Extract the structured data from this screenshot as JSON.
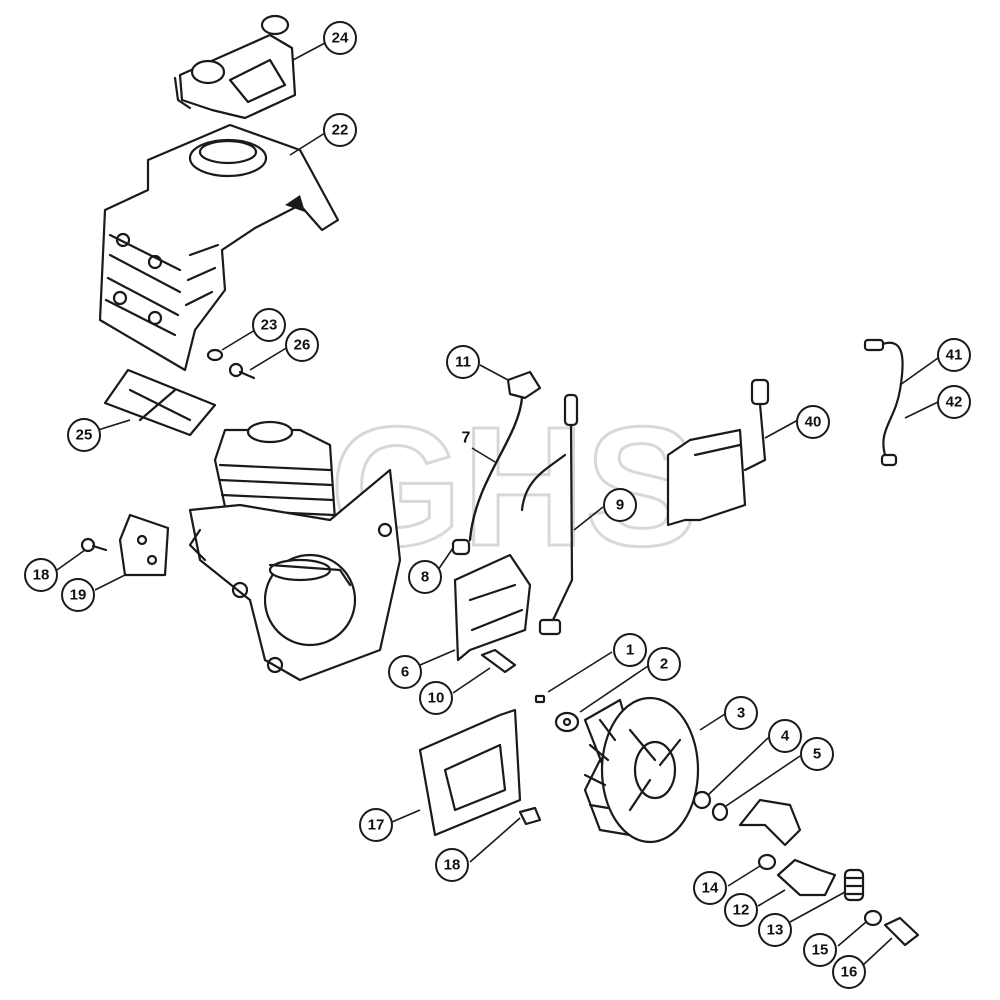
{
  "watermark": "GHS",
  "callouts": [
    {
      "id": "c24",
      "label": "24"
    },
    {
      "id": "c22",
      "label": "22"
    },
    {
      "id": "c23",
      "label": "23"
    },
    {
      "id": "c26",
      "label": "26"
    },
    {
      "id": "c25",
      "label": "25"
    },
    {
      "id": "c18a",
      "label": "18"
    },
    {
      "id": "c19",
      "label": "19"
    },
    {
      "id": "c11",
      "label": "11"
    },
    {
      "id": "c7",
      "label": "7"
    },
    {
      "id": "c9",
      "label": "9"
    },
    {
      "id": "c8",
      "label": "8"
    },
    {
      "id": "c6",
      "label": "6"
    },
    {
      "id": "c10",
      "label": "10"
    },
    {
      "id": "c41",
      "label": "41"
    },
    {
      "id": "c42",
      "label": "42"
    },
    {
      "id": "c40",
      "label": "40"
    },
    {
      "id": "c1",
      "label": "1"
    },
    {
      "id": "c2",
      "label": "2"
    },
    {
      "id": "c3",
      "label": "3"
    },
    {
      "id": "c4",
      "label": "4"
    },
    {
      "id": "c5",
      "label": "5"
    },
    {
      "id": "c17",
      "label": "17"
    },
    {
      "id": "c18b",
      "label": "18"
    },
    {
      "id": "c14",
      "label": "14"
    },
    {
      "id": "c12",
      "label": "12"
    },
    {
      "id": "c13",
      "label": "13"
    },
    {
      "id": "c15",
      "label": "15"
    },
    {
      "id": "c16",
      "label": "16"
    }
  ]
}
